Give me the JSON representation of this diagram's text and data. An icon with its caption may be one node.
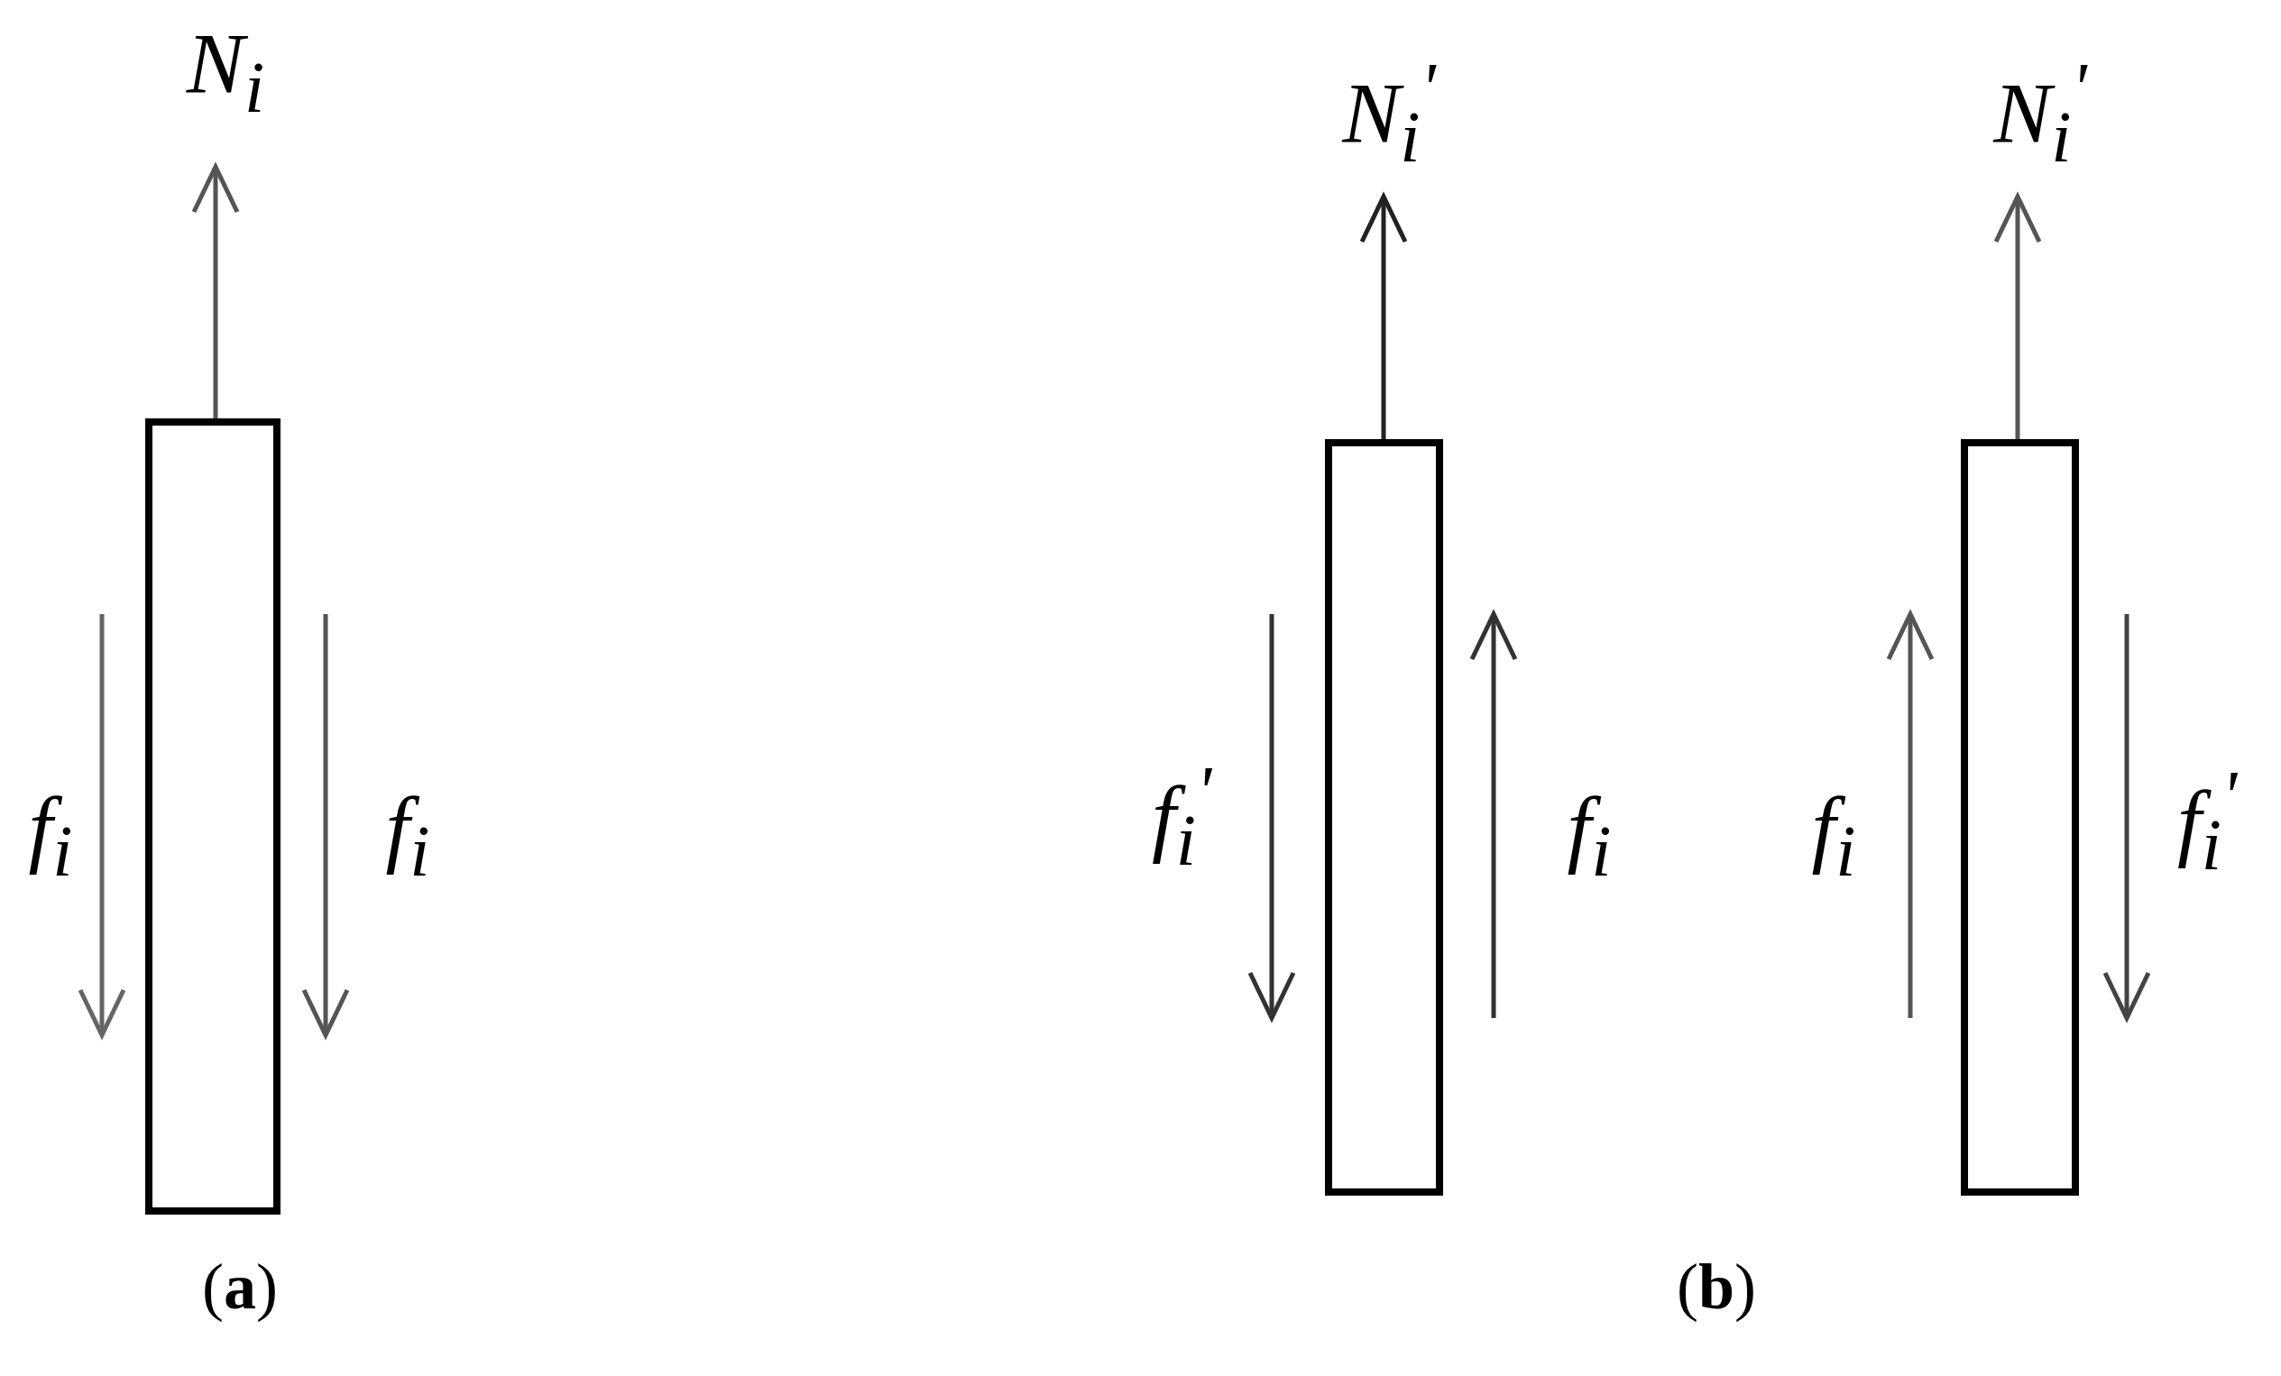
{
  "diagram": {
    "nodes": [
      {
        "text": [],
        "shape": "box"
      },
      {
        "text": [],
        "shape": "box"
      },
      {
        "text": [],
        "shape": "box"
      }
    ],
    "labels": [
      "N$_{i}$",
      "N$_{i}$$^{'}$",
      "N$_{i}$$^{'}$",
      "f$_{i}$",
      "f$_{i}$",
      "f$_{i}$$^{'}$",
      "f$_{i}$",
      "f$_{i}$",
      "f$_{i}$$^{'}$",
      "(**a**)",
      "(**b**)"
    ]
  }
}
